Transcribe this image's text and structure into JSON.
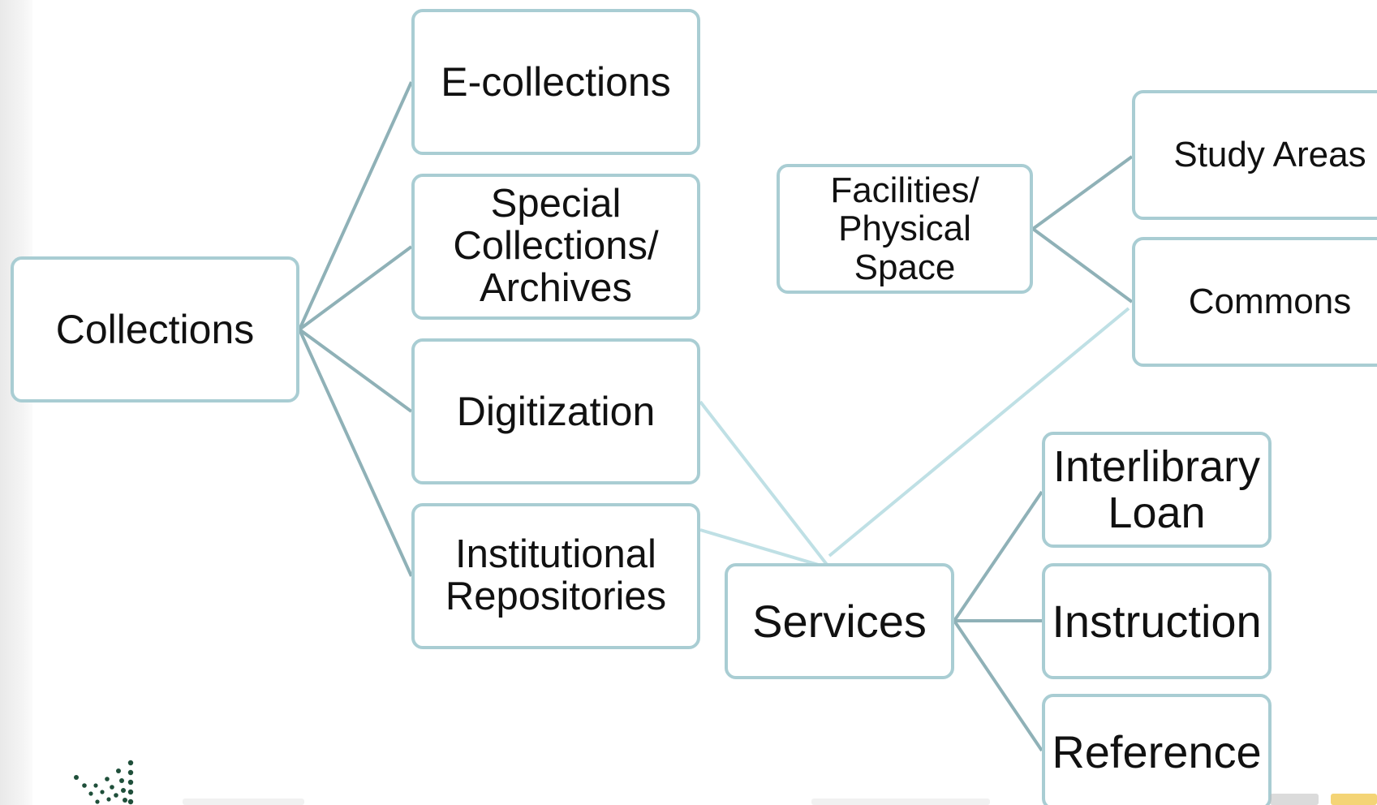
{
  "diagram": {
    "nodes": {
      "collections": "Collections",
      "ecollections": "E-collections",
      "special_collections": "Special\nCollections/\nArchives",
      "digitization": "Digitization",
      "institutional_repositories": "Institutional\nRepositories",
      "facilities": "Facilities/\nPhysical\nSpace",
      "study_areas": "Study Areas",
      "commons": "Commons",
      "services": "Services",
      "interlibrary_loan": "Interlibrary\nLoan",
      "instruction": "Instruction",
      "reference": "Reference"
    },
    "edges": [
      {
        "from": "collections",
        "to": "ecollections"
      },
      {
        "from": "collections",
        "to": "special_collections"
      },
      {
        "from": "collections",
        "to": "digitization"
      },
      {
        "from": "collections",
        "to": "institutional_repositories"
      },
      {
        "from": "facilities",
        "to": "study_areas"
      },
      {
        "from": "facilities",
        "to": "commons"
      },
      {
        "from": "services",
        "to": "interlibrary_loan"
      },
      {
        "from": "services",
        "to": "instruction"
      },
      {
        "from": "services",
        "to": "reference"
      },
      {
        "from": "digitization",
        "to": "services",
        "style": "cross-link"
      },
      {
        "from": "institutional_repositories",
        "to": "services",
        "style": "cross-link"
      },
      {
        "from": "commons",
        "to": "services",
        "style": "cross-link"
      }
    ],
    "colors": {
      "node_border": "#a9cdd3",
      "tree_line": "#8fb1b7",
      "cross_link_line": "#bfe0e5",
      "text": "#111111",
      "logo_dots": "#1f4f3a"
    }
  },
  "footer": {
    "logo_icon": "dotted-fan-logo-icon"
  }
}
